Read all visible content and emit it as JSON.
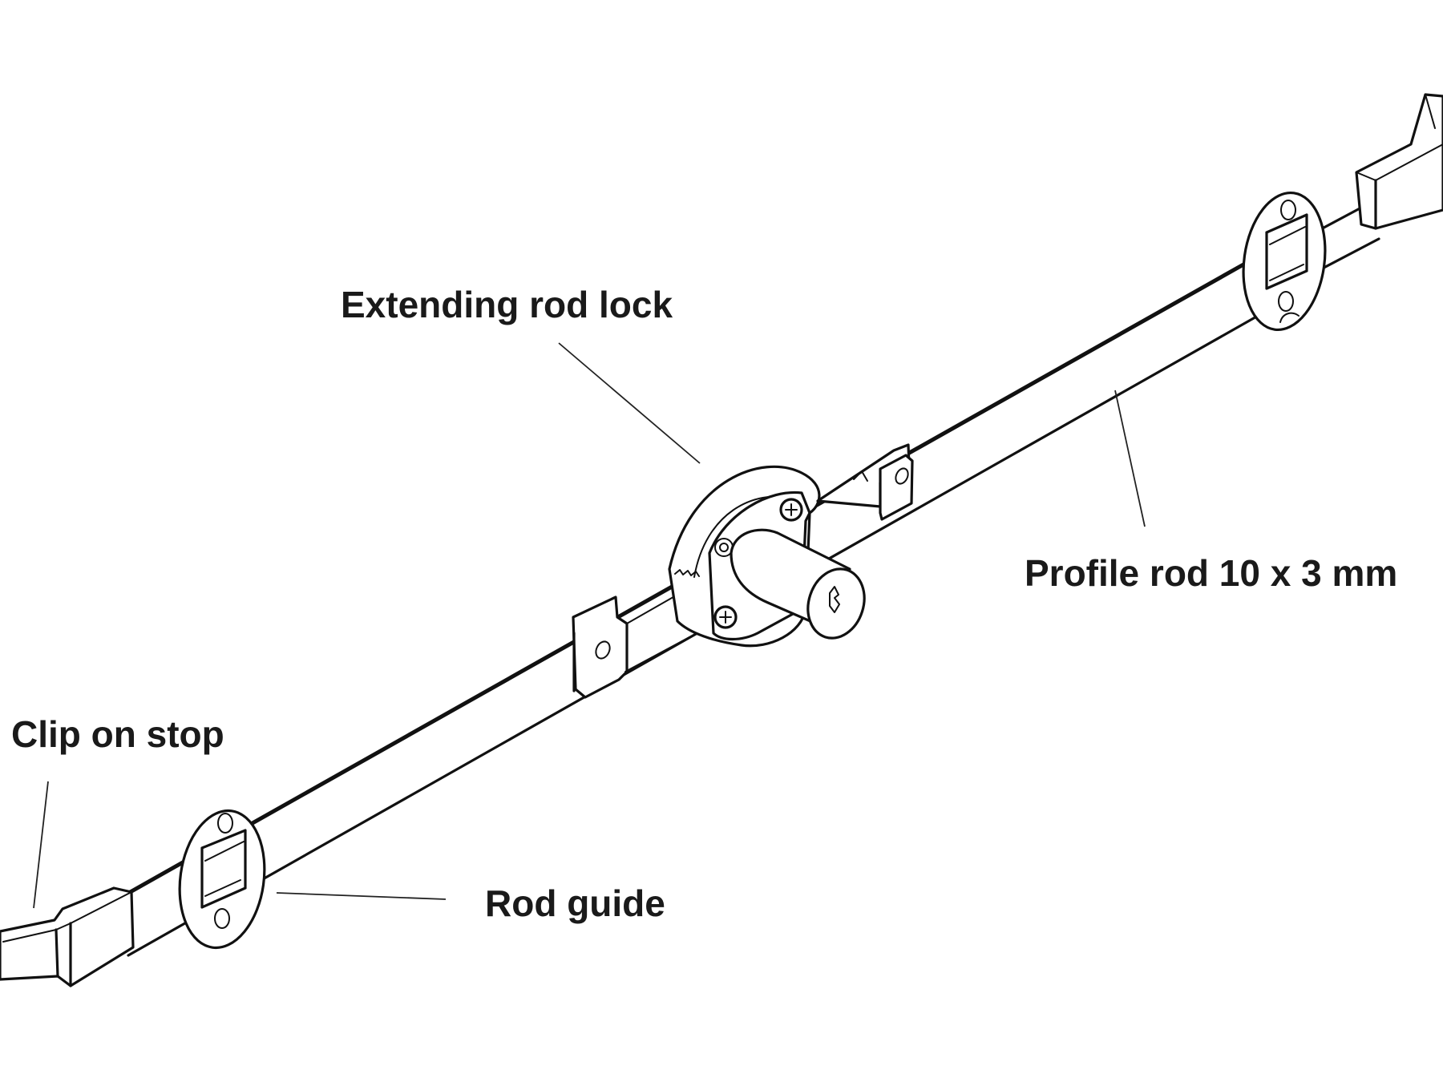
{
  "diagram": {
    "title": "Extending rod lock assembly",
    "labels": {
      "extending_rod_lock": "Extending rod lock",
      "profile_rod": "Profile rod 10 x 3 mm",
      "clip_on_stop": "Clip on stop",
      "rod_guide": "Rod guide"
    },
    "colors": {
      "line": "#111111",
      "text": "#1a1a1a",
      "background": "#ffffff"
    }
  }
}
